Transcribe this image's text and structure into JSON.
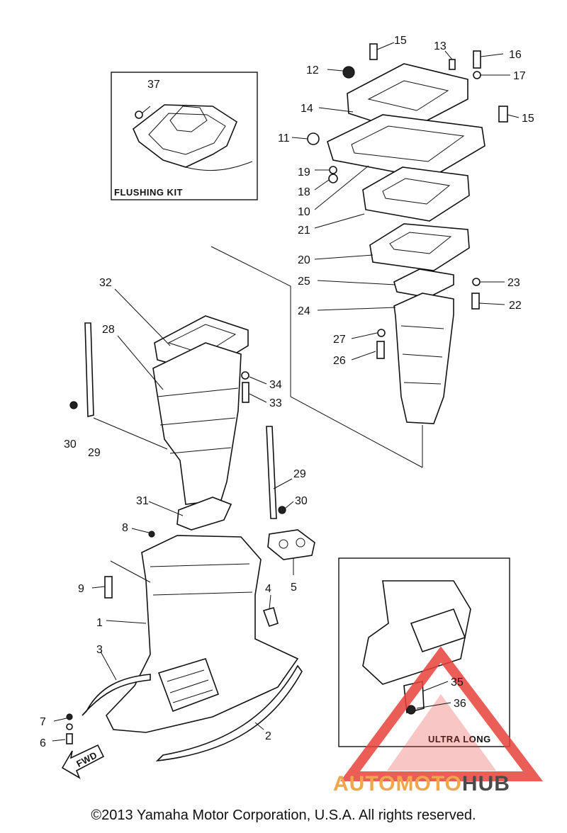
{
  "diagram": {
    "part_labels": [
      "1",
      "2",
      "3",
      "4",
      "5",
      "6",
      "7",
      "8",
      "9",
      "10",
      "11",
      "12",
      "13",
      "14",
      "15",
      "15",
      "16",
      "17",
      "18",
      "19",
      "20",
      "21",
      "22",
      "23",
      "24",
      "25",
      "26",
      "27",
      "28",
      "29",
      "29",
      "30",
      "30",
      "31",
      "32",
      "33",
      "34",
      "35",
      "36",
      "37"
    ],
    "inset_flushing_caption": "FLUSHING KIT",
    "inset_ultra_long_caption": "ULTRA LONG",
    "fwd_arrow_label": "FWD"
  },
  "watermark": {
    "brand_part_a": "AUTOMOTO",
    "brand_part_b": "HUB",
    "colors": {
      "triangle": "#e8423a",
      "text_a": "#f0a64a",
      "text_b": "#4a4a4a"
    }
  },
  "footer": {
    "copyright": "©2013 Yamaha Motor Corporation, U.S.A. All rights reserved."
  }
}
